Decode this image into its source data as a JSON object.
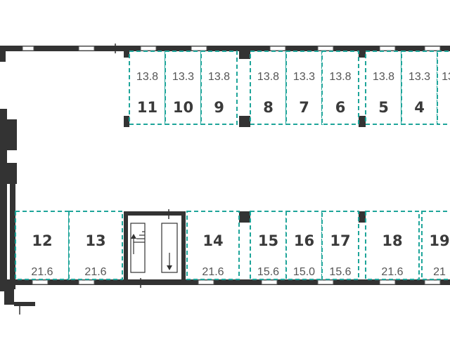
{
  "colors": {
    "wall": "#333333",
    "spot_outline": "#1fa59a",
    "number_text": "#3a3a3a",
    "area_text": "#555555",
    "background": "#ffffff"
  },
  "top_row": [
    {
      "number": "11",
      "area": "13.8"
    },
    {
      "number": "10",
      "area": "13.3"
    },
    {
      "number": "9",
      "area": "13.8"
    },
    {
      "number": "8",
      "area": "13.8"
    },
    {
      "number": "7",
      "area": "13.3"
    },
    {
      "number": "6",
      "area": "13.8"
    },
    {
      "number": "5",
      "area": "13.8"
    },
    {
      "number": "4",
      "area": "13.3"
    },
    {
      "number": "",
      "area": "13"
    }
  ],
  "bottom_row": [
    {
      "number": "12",
      "area": "21.6"
    },
    {
      "number": "13",
      "area": "21.6"
    },
    {
      "number": "14",
      "area": "21.6"
    },
    {
      "number": "15",
      "area": "15.6"
    },
    {
      "number": "16",
      "area": "15.0"
    },
    {
      "number": "17",
      "area": "15.6"
    },
    {
      "number": "18",
      "area": "21.6"
    },
    {
      "number": "19",
      "area": "21"
    }
  ],
  "icons": {
    "stair_up_arrow": "stair-up-arrow-icon",
    "stair_down_arrow": "stair-down-arrow-icon"
  }
}
